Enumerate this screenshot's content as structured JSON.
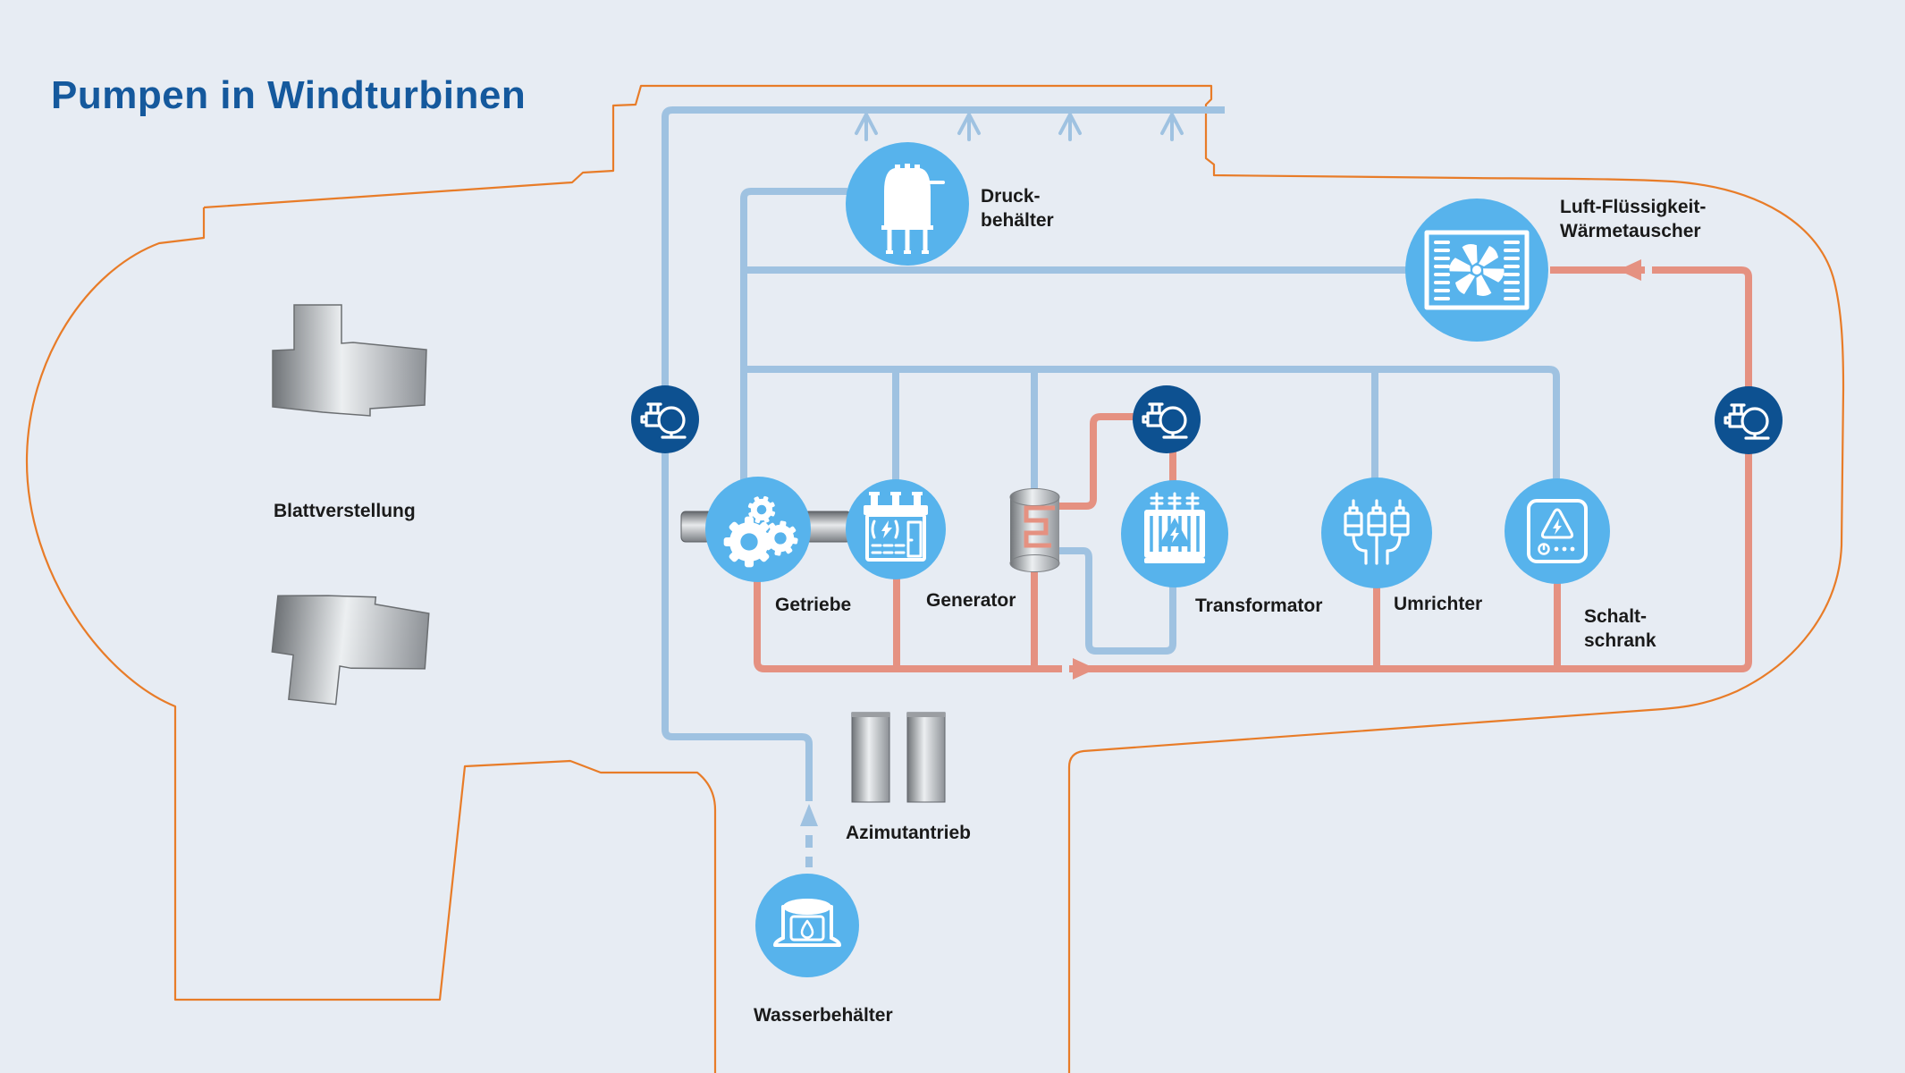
{
  "title": "Pumpen in Windturbinen",
  "colors": {
    "bg": "#e7ecf3",
    "outline_orange": "#e87c28",
    "pipe_cold": "#9fc2e1",
    "pipe_warm": "#e59181",
    "pump_fill": "#0d5191",
    "component_fill": "#57b3ec",
    "icon_stroke": "#ffffff",
    "title_color": "#15599d",
    "label_color": "#1a1a1a"
  },
  "labels": {
    "druckbehaelter_line1": "Druck-",
    "druckbehaelter_line2": "behälter",
    "waermetauscher_line1": "Luft-Flüssigkeit-",
    "waermetauscher_line2": "Wärmetauscher",
    "blattverstellung": "Blattverstellung",
    "getriebe": "Getriebe",
    "generator": "Generator",
    "transformator": "Transformator",
    "umrichter": "Umrichter",
    "schaltschrank_line1": "Schalt-",
    "schaltschrank_line2": "schrank",
    "azimutantrieb": "Azimutantrieb",
    "wasserbehaelter": "Wasserbehälter"
  },
  "icons": {
    "pump_icon": "centrifugal pump, white outline on dark blue circle (3x)",
    "pressure_vessel_icon": "white vessel with dome and legs",
    "air_liquid_heat_exchanger_icon": "radiator frame with fan wheel",
    "gearbox_icon": "three gear wheels",
    "generator_icon": "generator cabinet with lightning bolt",
    "transformer_icon": "transformer with bushings and warning triangle",
    "converter_icon": "three cable plugs merging",
    "switch_cabinet_icon": "cabinet with warning triangle, dial and dots",
    "water_tank_icon": "cylindrical tank with water drop",
    "spray_nozzle_icon": "upward spray arrows on top water line",
    "flow_arrow_up": "dashed suction line arrow from water tank",
    "flow_arrow_right": "flow direction arrow on warm return line",
    "flow_arrow_left": "flow direction arrow into heat exchanger"
  }
}
